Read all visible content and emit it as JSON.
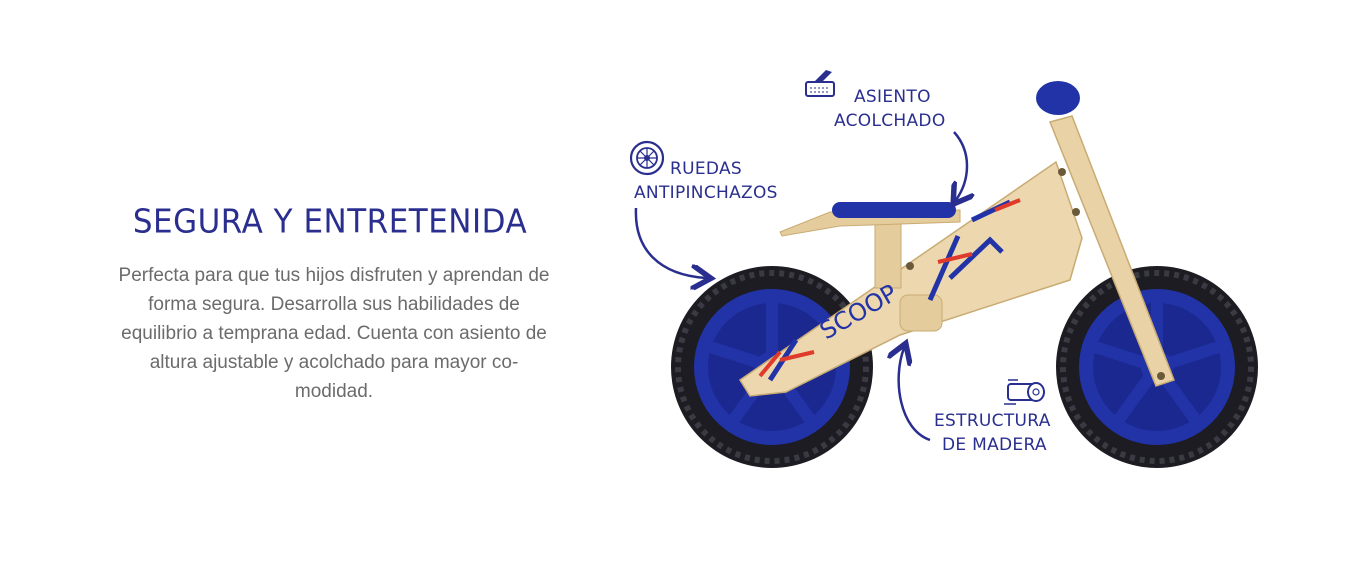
{
  "section": {
    "title": "SEGURA Y ENTRETENIDA",
    "description": "Perfecta para que tus hijos disfruten y aprendan de forma segura. Desarrolla sus habilidades de equilibrio a temprana edad. Cuenta con asiento de altura ajustable y acolchado para mayor co-modidad."
  },
  "features": [
    {
      "line1": "RUEDAS",
      "line2": "ANTIPINCHAZOS",
      "icon": "wheel-icon"
    },
    {
      "line1": "ASIENTO",
      "line2": "ACOLCHADO",
      "icon": "seat-cushion-icon"
    },
    {
      "line1": "ESTRUCTURA",
      "line2": "DE MADERA",
      "icon": "wood-log-icon"
    }
  ],
  "product": {
    "brand_mark": "SCOOP"
  },
  "colors": {
    "accent_blue": "#2a2f8f",
    "wheel_blue": "#2233a8",
    "wood": "#e8d2a6",
    "text_gray": "#6b6b6b",
    "frame_red": "#e03a2a"
  }
}
